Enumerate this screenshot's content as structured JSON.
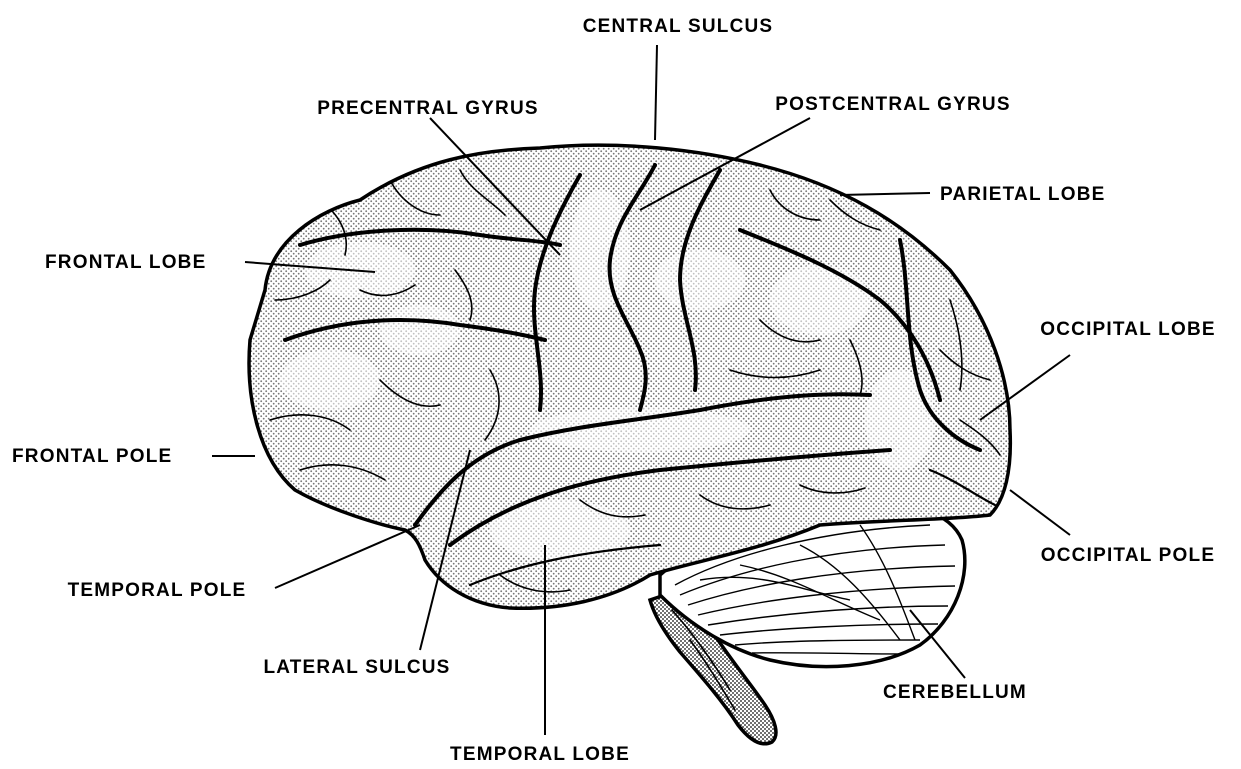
{
  "labels": {
    "central_sulcus": "CENTRAL SULCUS",
    "precentral_gyrus": "PRECENTRAL GYRUS",
    "postcentral_gyrus": "POSTCENTRAL GYRUS",
    "parietal_lobe": "PARIETAL LOBE",
    "frontal_lobe": "FRONTAL LOBE",
    "occipital_lobe": "OCCIPITAL LOBE",
    "frontal_pole": "FRONTAL POLE",
    "occipital_pole": "OCCIPITAL POLE",
    "temporal_pole": "TEMPORAL POLE",
    "lateral_sulcus": "LATERAL SULCUS",
    "cerebellum": "CEREBELLUM",
    "temporal_lobe": "TEMPORAL LOBE"
  }
}
